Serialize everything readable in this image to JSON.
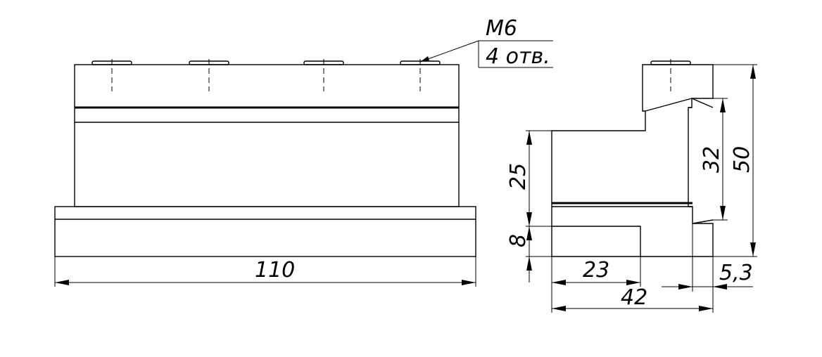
{
  "dimensions": {
    "length": "110",
    "height_upper": "25",
    "height_base": "8",
    "width_slot": "23",
    "width_total": "42",
    "offset": "5,3",
    "height_mid": "32",
    "height_total": "50"
  },
  "callout": {
    "thread": "M6",
    "holes": "4 отв."
  }
}
